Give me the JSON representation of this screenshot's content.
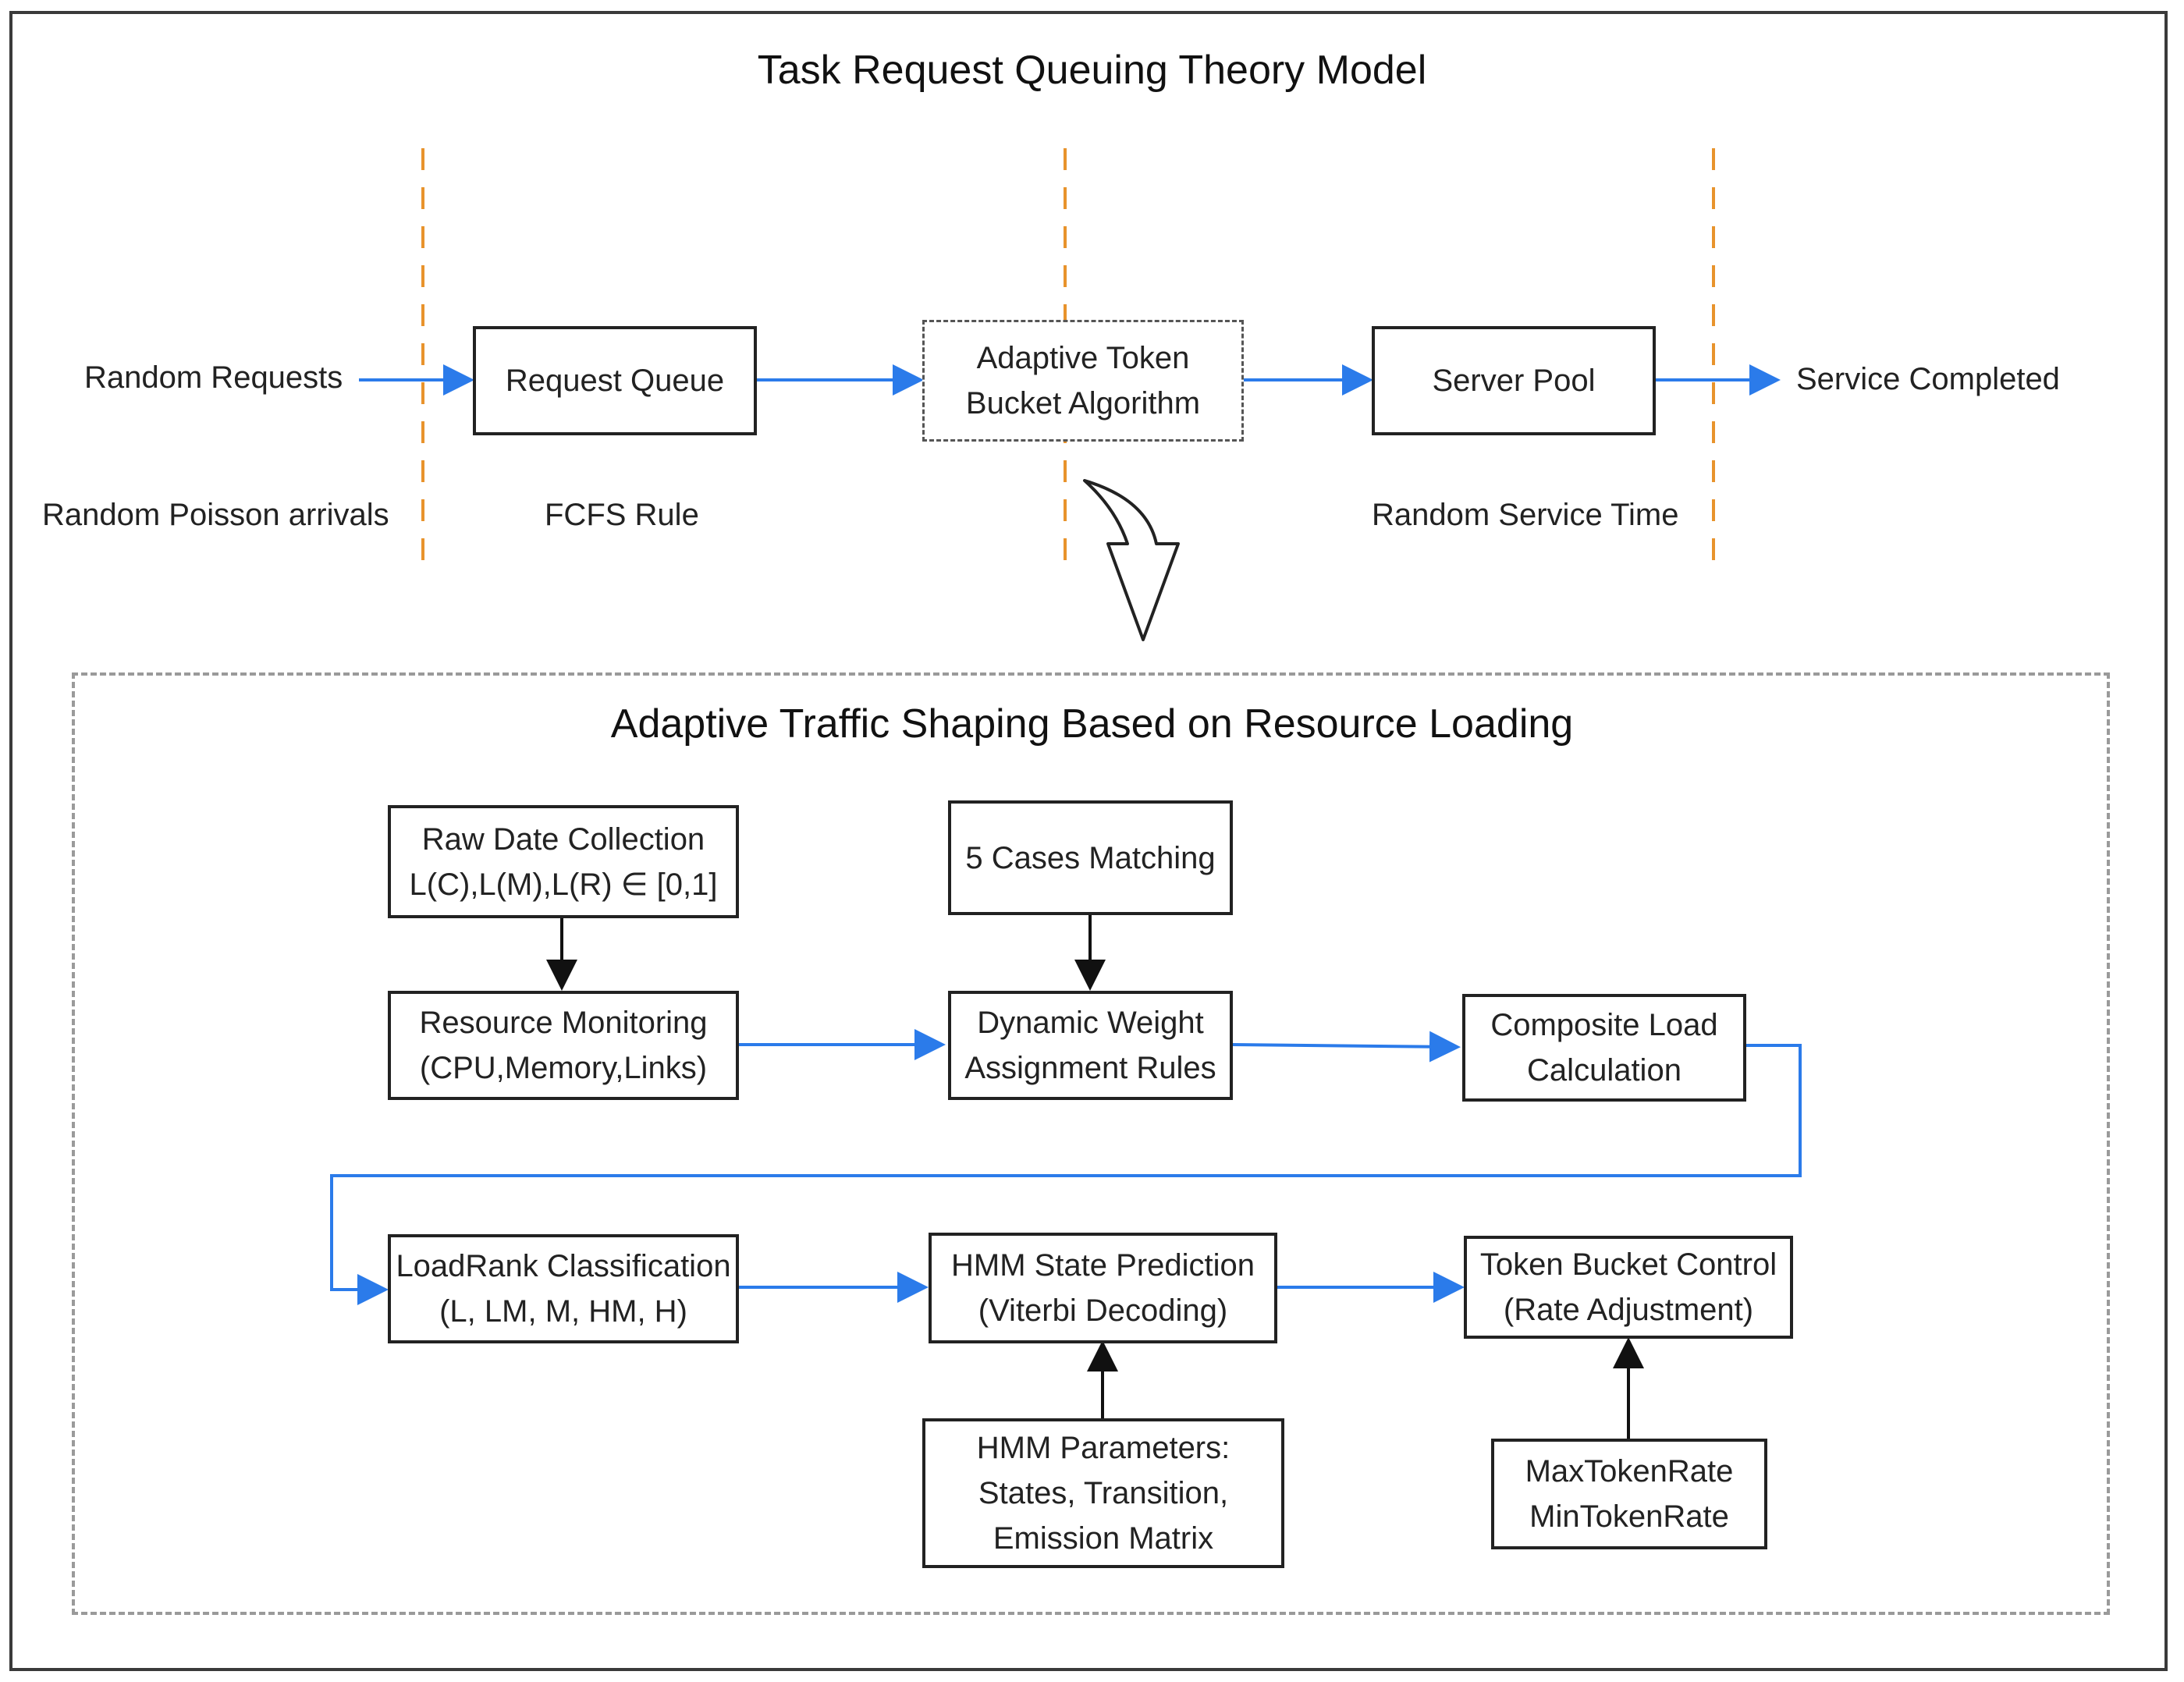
{
  "queuing_model": {
    "title": "Task Request Queuing Theory Model",
    "arrival_label": "Random Requests",
    "arrival_note": "Random Poisson arrivals",
    "queue_box": "Request Queue",
    "queue_note": "FCFS Rule",
    "token_bucket_box": "Adaptive Token\nBucket Algorithm",
    "server_box": "Server Pool",
    "server_note": "Random Service Time",
    "completed_label": "Service Completed"
  },
  "traffic_shaping": {
    "title": "Adaptive Traffic Shaping Based on Resource Loading",
    "raw_data_box": "Raw Date Collection\nL(C),L(M),L(R) ∈ [0,1]",
    "cases_box": "5 Cases Matching",
    "monitoring_box": "Resource Monitoring\n(CPU,Memory,Links)",
    "weight_box": "Dynamic Weight\nAssignment Rules",
    "composite_box": "Composite Load\nCalculation",
    "loadrank_box": "LoadRank Classification\n(L, LM, M, HM, H)",
    "hmm_box": "HMM State Prediction\n(Viterbi Decoding)",
    "token_control_box": "Token Bucket Control\n(Rate Adjustment)",
    "hmm_params_box": "HMM Parameters:\nStates, Transition,\nEmission Matrix",
    "token_rate_box": "MaxTokenRate\nMinTokenRate"
  },
  "colors": {
    "flow_arrow": "#2b7bea",
    "divider": "#e8932c",
    "box_border": "#222222",
    "dashed_frame": "#9a9a9a"
  }
}
